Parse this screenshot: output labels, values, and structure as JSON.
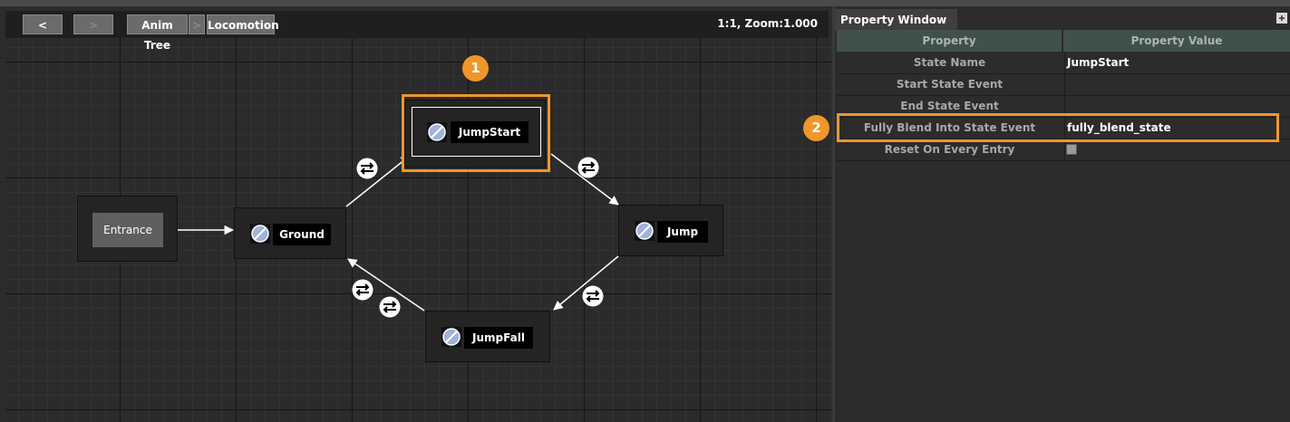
{
  "toolbar": {
    "back_label": "<",
    "forward_label": ">",
    "breadcrumb_1": "Anim Tree",
    "breadcrumb_separator": ">",
    "breadcrumb_2": "Locomotion",
    "zoom_text": "1:1, Zoom:1.000"
  },
  "graph": {
    "entrance_label": "Entrance",
    "states": [
      {
        "label": "JumpStart"
      },
      {
        "label": "Ground"
      },
      {
        "label": "Jump"
      },
      {
        "label": "JumpFall"
      }
    ],
    "callout_1": "1",
    "callout_2": "2"
  },
  "property_window": {
    "title": "Property Window",
    "col_property": "Property",
    "col_value": "Property Value",
    "rows": [
      {
        "name": "State Name",
        "value": "JumpStart"
      },
      {
        "name": "Start State Event",
        "value": ""
      },
      {
        "name": "End State Event",
        "value": ""
      },
      {
        "name": "Fully Blend Into State Event",
        "value": "fully_blend_state"
      },
      {
        "name": "Reset On Every Entry",
        "value": ""
      }
    ],
    "reset_checked": false
  },
  "colors": {
    "highlight": "#f0962a",
    "header_bg": "#40514a"
  },
  "icons": [
    "state-icon",
    "transition-icon",
    "pin-icon"
  ]
}
